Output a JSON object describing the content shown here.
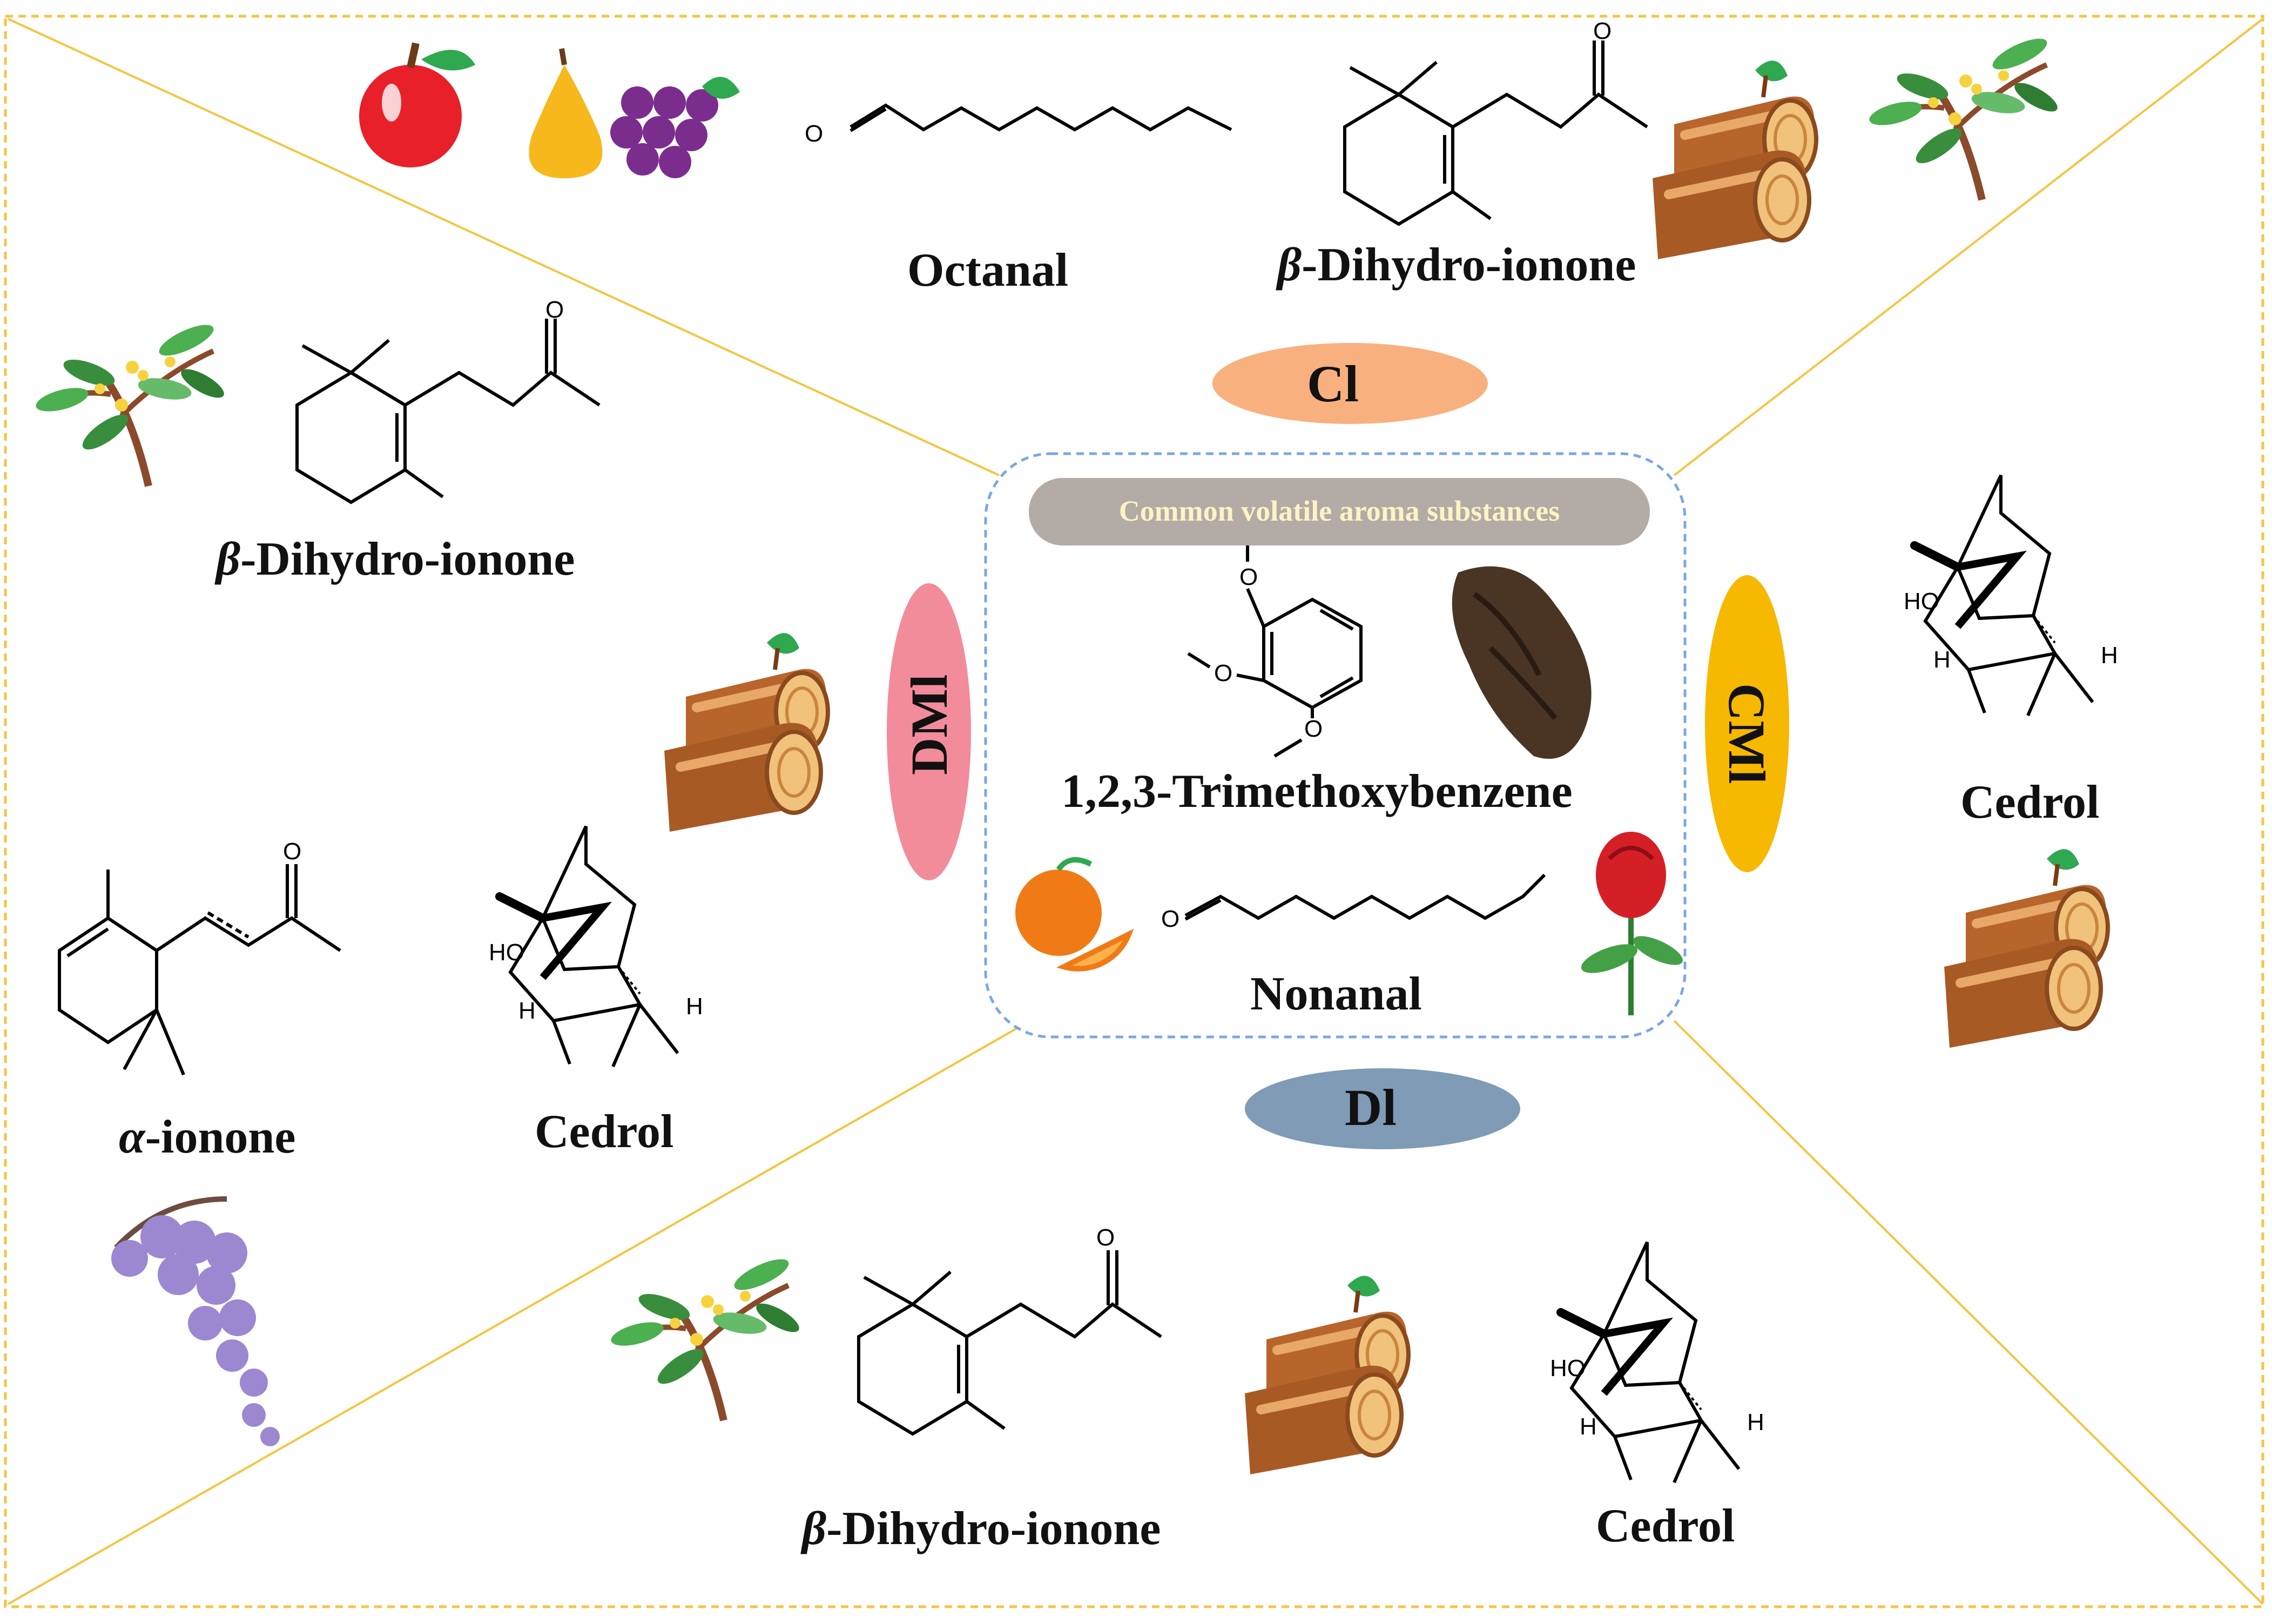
{
  "colors": {
    "frame": "#f4c542",
    "inner_border": "#7aa7e6",
    "cl": "#f9b07f",
    "dl": "#7f9bb6",
    "dml": "#f28c9a",
    "cml": "#f6b800",
    "center_title_bg": "#b3aba6",
    "center_title_text": "#fff3c4"
  },
  "center": {
    "title": "Common volatile aroma substances",
    "compound_1": "1,2,3-Trimethoxybenzene",
    "compound_2": "Nonanal"
  },
  "groups": {
    "cl": "Cl",
    "dl": "Dl",
    "dml": "DMl",
    "cml": "CMl"
  },
  "top": {
    "octanal": "Octanal",
    "dihydroionone_greek": "β",
    "dihydroionone_rest": "-Dihydro-ionone"
  },
  "left": {
    "dihydroionone_greek": "β",
    "dihydroionone_rest": "-Dihydro-ionone",
    "ionone_greek": "α",
    "ionone_rest": "-ionone",
    "cedrol": "Cedrol"
  },
  "right": {
    "cedrol": "Cedrol"
  },
  "bottom": {
    "dihydroionone_greek": "β",
    "dihydroionone_rest": "-Dihydro-ionone",
    "cedrol": "Cedrol"
  },
  "atoms": {
    "oxygen": "O",
    "hydroxyl": "HO",
    "hydrogen": "H"
  },
  "icons": [
    "apple-icon",
    "pear-icon",
    "grapes-icon",
    "osmanthus-branch-icon",
    "log-icon",
    "dried-herb-icon",
    "orange-icon",
    "rose-icon",
    "wisteria-icon"
  ]
}
